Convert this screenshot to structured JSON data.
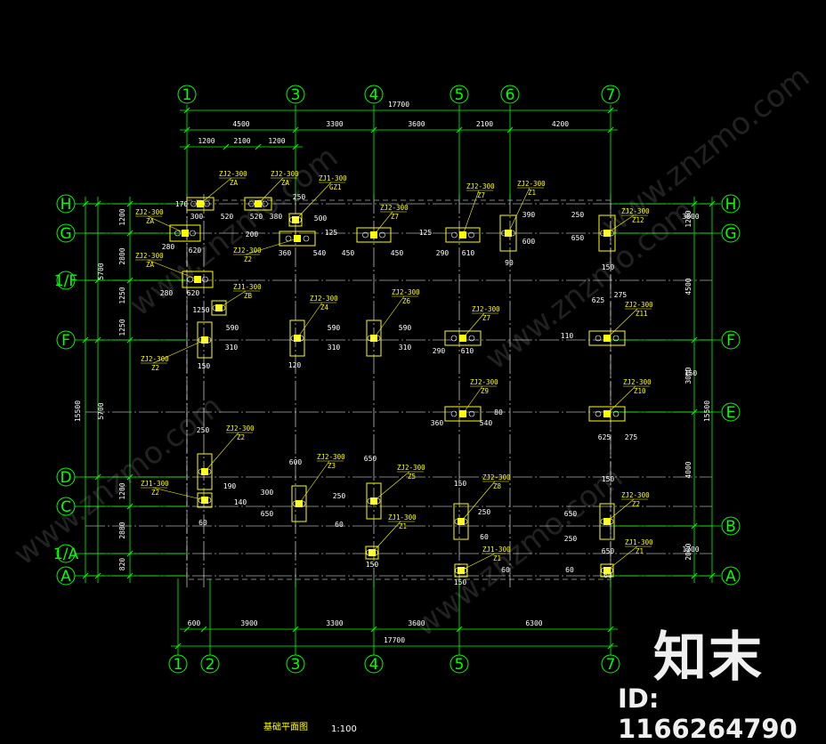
{
  "drawing": {
    "title": "基础平面图",
    "scale": "1:100",
    "top_axes": [
      "1",
      "3",
      "4",
      "5",
      "6",
      "7"
    ],
    "bottom_axes": [
      "1",
      "2",
      "3",
      "4",
      "5",
      "7"
    ],
    "left_axes": [
      "H",
      "G",
      "1/F",
      "F",
      "D",
      "C",
      "1/A",
      "A"
    ],
    "right_axes": [
      "H",
      "G",
      "F",
      "E",
      "B",
      "A"
    ],
    "top_total_dim": "17700",
    "top_spans": [
      "4500",
      "3300",
      "3600",
      "2100",
      "4200"
    ],
    "top_sub_spans": [
      "1200",
      "2100",
      "1200"
    ],
    "bottom_spans": [
      "600",
      "3900",
      "3300",
      "3600",
      "6300"
    ],
    "bottom_total_dim": "17700",
    "left_total_dim": "15500",
    "left_outer_spans": [
      "5700",
      "5700"
    ],
    "left_inner_spans": [
      "1200",
      "2800",
      "1250",
      "1250",
      "1200",
      "2880",
      "820"
    ],
    "right_total_dim": "15500",
    "right_spans": [
      "1200",
      "4500",
      "3000",
      "4000",
      "2000"
    ],
    "footings": [
      {
        "tag": "ZJ2-300",
        "name": "ZA"
      },
      {
        "tag": "ZJ2-300",
        "name": "ZA"
      },
      {
        "tag": "ZJ1-300",
        "name": "GZ1"
      },
      {
        "tag": "ZJ2-300",
        "name": "Z7"
      },
      {
        "tag": "ZJ2-300",
        "name": "Z7"
      },
      {
        "tag": "ZJ2-300",
        "name": "Z1"
      },
      {
        "tag": "ZJ2-300",
        "name": "Z12"
      },
      {
        "tag": "ZJ2-300",
        "name": "ZA"
      },
      {
        "tag": "ZJ2-300",
        "name": "ZA"
      },
      {
        "tag": "ZJ2-300",
        "name": "Z2"
      },
      {
        "tag": "ZJ1-300",
        "name": "ZB"
      },
      {
        "tag": "ZJ2-300",
        "name": "Z4"
      },
      {
        "tag": "ZJ2-300",
        "name": "Z6"
      },
      {
        "tag": "ZJ2-300",
        "name": "Z7"
      },
      {
        "tag": "ZJ2-300",
        "name": "Z11"
      },
      {
        "tag": "ZJ2-300",
        "name": "Z2"
      },
      {
        "tag": "ZJ2-300",
        "name": "Z9"
      },
      {
        "tag": "ZJ2-300",
        "name": "Z10"
      },
      {
        "tag": "ZJ2-300",
        "name": "Z2"
      },
      {
        "tag": "ZJ2-300",
        "name": "Z3"
      },
      {
        "tag": "ZJ2-300",
        "name": "Z5"
      },
      {
        "tag": "ZJ2-300",
        "name": "Z8"
      },
      {
        "tag": "ZJ2-300",
        "name": "Z2"
      },
      {
        "tag": "ZJ1-300",
        "name": "Z2"
      },
      {
        "tag": "ZJ1-300",
        "name": "Z1"
      },
      {
        "tag": "ZJ1-300",
        "name": "Z1"
      },
      {
        "tag": "ZJ1-300",
        "name": "Z1"
      }
    ],
    "local_dims": [
      "300",
      "520",
      "520",
      "380",
      "170",
      "200",
      "620",
      "280",
      "280",
      "620",
      "1250",
      "360",
      "540",
      "250",
      "500",
      "125",
      "450",
      "450",
      "125",
      "290",
      "610",
      "390",
      "600",
      "90",
      "250",
      "650",
      "150",
      "625",
      "275",
      "110",
      "590",
      "310",
      "150",
      "120",
      "590",
      "310",
      "590",
      "310",
      "290",
      "610",
      "360",
      "540",
      "80",
      "625",
      "275",
      "150",
      "650",
      "250",
      "190",
      "140",
      "600",
      "300",
      "650",
      "250",
      "60",
      "650",
      "250",
      "60",
      "150",
      "650",
      "250",
      "60",
      "150",
      "150",
      "60",
      "60",
      "60",
      "150",
      "3000",
      "1200",
      "2000"
    ],
    "colors": {
      "grid": "#00ff00",
      "axis_line": "#ffffff",
      "footing": "#ffff00",
      "text": "#ffffff",
      "background": "#000000"
    },
    "watermark": {
      "logo": "知末",
      "id": "ID: 1166264790",
      "diag": "www.znzmo.com"
    }
  }
}
